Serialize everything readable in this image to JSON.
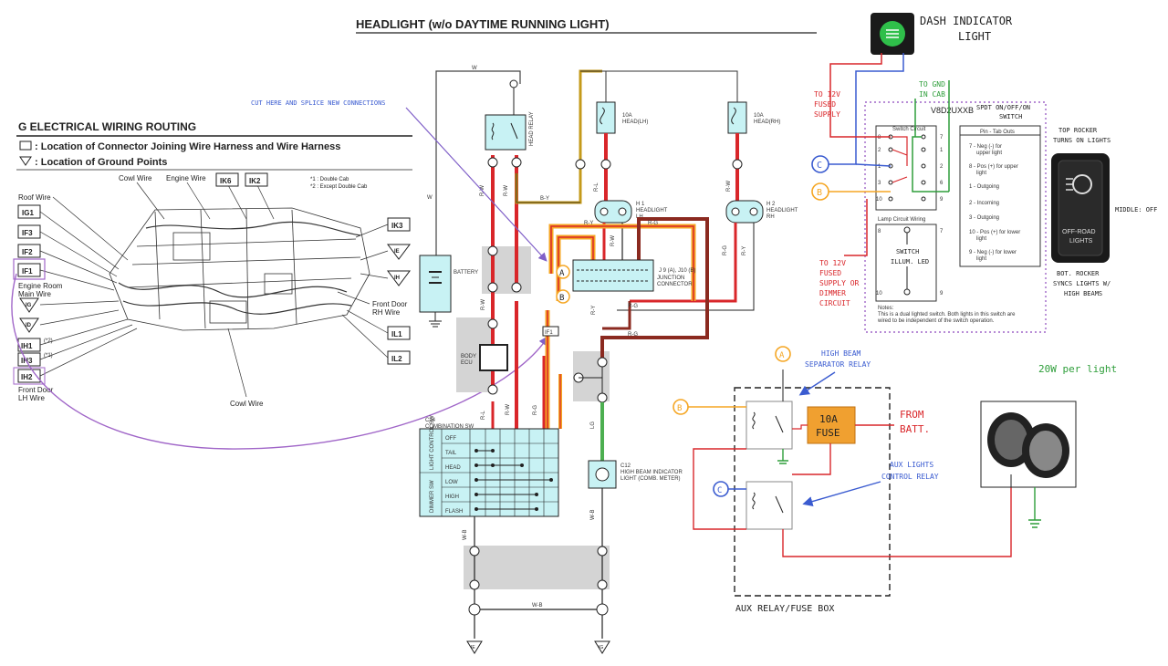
{
  "title": "HEADLIGHT (w/o DAYTIME RUNNING LIGHT)",
  "routing": {
    "heading": "G  ELECTRICAL WIRING ROUTING",
    "legend_connector": ": Location of Connector Joining Wire Harness and Wire Harness",
    "legend_ground": ": Location of Ground Points",
    "note1": "*1 : Double Cab",
    "note2": "*2 : Except Double Cab",
    "left_codes": [
      "IG1",
      "IF3",
      "IF2",
      "IF1",
      "IG",
      "ID",
      "IH1",
      "IH3",
      "IH2"
    ],
    "top_codes": [
      "IK6",
      "IK2"
    ],
    "right_codes": [
      "IK3",
      "IE",
      "IH",
      "IL1",
      "IL2"
    ],
    "ih1_note": "(*2)",
    "ih3_note": "(*1)",
    "labels": {
      "roof_wire": "Roof Wire",
      "cowl_wire_top": "Cowl Wire",
      "engine_wire": "Engine Wire",
      "engine_room": "Engine Room",
      "main_wire": "Main Wire",
      "front_door_rh": "Front Door",
      "rh_wire": "RH Wire",
      "front_door_lh": "Front Door",
      "lh_wire": "LH Wire",
      "cowl_wire_bottom": "Cowl Wire"
    }
  },
  "schematic": {
    "cut_note": "CUT HERE AND SPLICE NEW CONNECTIONS",
    "head_relay": "HEAD RELAY",
    "fuse_lh": "10A\nHEAD(LH)",
    "fuse_lh_l1": "10A",
    "fuse_lh_l2": "HEAD(LH)",
    "fuse_rh_l1": "10A",
    "fuse_rh_l2": "HEAD(RH)",
    "h1_l1": "H 1",
    "h1_l2": "HEADLIGHT",
    "h1_l3": "LH",
    "h2_l1": "H 2",
    "h2_l2": "HEADLIGHT",
    "h2_l3": "RH",
    "battery": "BATTERY",
    "body_ecu_l1": "BODY",
    "body_ecu_l2": "ECU",
    "junction_l1": "JUNCTION",
    "junction_l2": "CONNECTOR",
    "j_ref": "J 9 (A), J10 (B)",
    "c14": "C14",
    "combination_sw": "COMBINATION SW",
    "switch_rows": [
      "OFF",
      "TAIL",
      "HEAD",
      "LOW",
      "HIGH",
      "FLASH"
    ],
    "light_control": "LIGHT CONTROL SW",
    "dimmer": "DIMMER SW",
    "c12": "C12",
    "indicator_l1": "HIGH BEAM INDICATOR",
    "indicator_l2": "LIGHT (COMB. METER)",
    "wire_w": "W",
    "wire_by": "B-Y",
    "wire_rw": "R-W",
    "wire_ry": "R-Y",
    "wire_rg": "R-G",
    "wire_rl": "R-L",
    "wire_wb": "W-B",
    "wire_lg": "LG",
    "ground_ie": "IE",
    "ground_ig": "IG",
    "marker_a": "A",
    "marker_b": "B",
    "marker_c": "C",
    "if1": "IF1"
  },
  "switch_panel": {
    "dash_indicator_l1": "DASH INDICATOR",
    "dash_indicator_l2": "LIGHT",
    "to_gnd_l1": "TO GND",
    "to_gnd_l2": "IN CAB",
    "to_12v_l1": "TO 12V",
    "to_12v_l2": "FUSED",
    "to_12v_l3": "SUPPLY",
    "to_12v_dimmer_l1": "TO 12V",
    "to_12v_dimmer_l2": "FUSED",
    "to_12v_dimmer_l3": "SUPPLY OR",
    "to_12v_dimmer_l4": "DIMMER",
    "to_12v_dimmer_l5": "CIRCUIT",
    "part_no": "V8D2UXXB",
    "spdt_l1": "SPDT ON/OFF/ON",
    "spdt_l2": "SWITCH",
    "switch_circuit": "Switch Circuit",
    "pin_tab": "Pin - Tab Outs",
    "pins": [
      "7 - Neg (-) for",
      "upper light",
      "8 - Pos (+) for upper",
      "light",
      "1 - Outgoing",
      "2 - Incoming",
      "3 - Outgoing",
      "10 - Pos (+) for lower",
      "light",
      "9 - Neg (-) for lower",
      "light"
    ],
    "lamp_circuit": "Lamp Circuit Wiring",
    "switch_illum_l1": "SWITCH",
    "switch_illum_l2": "ILLUM. LED",
    "notes_title": "Notes:",
    "notes_l1": "This is a dual lighted switch.  Both lights in this switch are",
    "notes_l2": "wired to be independent of the switch operation.",
    "top_rocker_l1": "TOP ROCKER",
    "top_rocker_l2": "TURNS ON LIGHTS",
    "middle": "MIDDLE: OFF",
    "bottom_l1": "BOT. ROCKER",
    "bottom_l2": "SYNCS LIGHTS W/",
    "bottom_l3": "HIGH BEAMS",
    "rocker_label_l1": "OFF-ROAD",
    "rocker_label_l2": "LIGHTS",
    "pin_numbers_left": [
      "8",
      "2",
      "1",
      "3",
      "10"
    ],
    "pin_numbers_right": [
      "7",
      "1",
      "2",
      "6",
      "9"
    ]
  },
  "relay_box": {
    "high_beam_l1": "HIGH BEAM",
    "high_beam_l2": "SEPARATOR RELAY",
    "fuse_l1": "10A",
    "fuse_l2": "FUSE",
    "from_batt_l1": "FROM",
    "from_batt_l2": "BATT.",
    "aux_lights_l1": "AUX LIGHTS",
    "aux_lights_l2": "CONTROL RELAY",
    "box_label": "AUX RELAY/FUSE BOX",
    "watts": "20W per light"
  },
  "colors": {
    "red": "#d9262a",
    "orange": "#f5a623",
    "green_wire": "#4caf50",
    "purple": "#a066c8",
    "blue_note": "#3a5bd0",
    "cyan_box": "#c8f2f4",
    "dark_red": "#8b2a20",
    "fuse_orange": "#f0a030"
  }
}
